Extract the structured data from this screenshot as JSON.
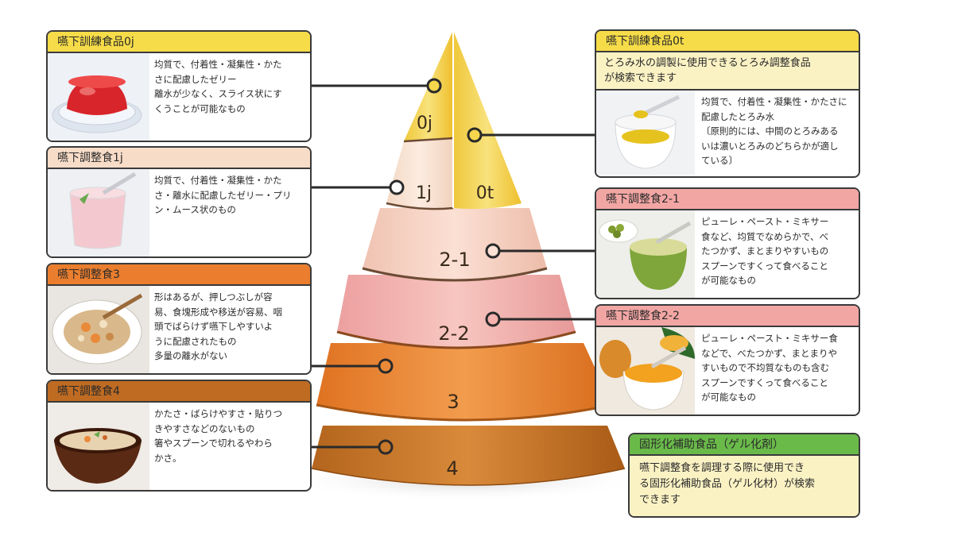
{
  "pyramid": {
    "levels": {
      "oj": "0j",
      "ot": "0t",
      "l1j": "1j",
      "l21": "2-1",
      "l22": "2-2",
      "l3": "3",
      "l4": "4"
    }
  },
  "boxes": {
    "oj": {
      "title": "嚥下訓練食品0j",
      "lines": [
        "均質で、付着性・凝集性・かた",
        "さに配慮したゼリー",
        "離水が少なく、スライス状にす",
        "くうことが可能なもの"
      ]
    },
    "j1": {
      "title": "嚥下調整食1j",
      "lines": [
        "均質で、付着性・凝集性・かた",
        "さ・離水に配慮したゼリー・プリ",
        "ン・ムース状のもの"
      ]
    },
    "l3": {
      "title": "嚥下調整食3",
      "lines": [
        "形はあるが、押しつぶしが容",
        "易、食塊形成や移送が容易、咽",
        "頭でばらけず嚥下しやすいよ",
        "うに配慮されたもの",
        "多量の離水がない"
      ]
    },
    "l4": {
      "title": "嚥下調整食4",
      "lines": [
        "かたさ・ばらけやすさ・貼りつ",
        "きやすさなどのないもの",
        "箸やスプーンで切れるやわら",
        "かさ。"
      ]
    },
    "ot": {
      "title": "嚥下訓練食品0t",
      "subtitle_lines": [
        "とろみ水の調製に使用できるとろみ調整食品",
        "が検索できます"
      ],
      "lines": [
        "均質で、付着性・凝集性・かたさに",
        "配慮したとろみ水",
        "〔原則的には、中間のとろみある",
        "いは濃いとろみのどちらかが適し",
        "ている〕"
      ]
    },
    "l21": {
      "title": "嚥下調整食2-1",
      "lines": [
        "ピューレ・ペースト・ミキサー",
        "食など、均質でなめらかで、べ",
        "たつかず、まとまりやすいもの",
        "スプーンですくって食べること",
        "が可能なもの"
      ]
    },
    "l22": {
      "title": "嚥下調整食2-2",
      "lines": [
        "ピューレ・ペースト・ミキサー食",
        "などで、べたつかず、まとまりや",
        "すいもので不均質なものも含む",
        "スプーンですくって食べること",
        "が可能なもの"
      ]
    },
    "gel": {
      "title": "固形化補助食品（ゲル化剤）",
      "lines": [
        "嚥下調整食を調理する際に使用でき",
        "る固形化補助食品（ゲル化材）が検索",
        "できます"
      ]
    }
  },
  "icons": {
    "oj_photo": "red-jelly-photo-icon",
    "j1_photo": "pink-mousse-photo-icon",
    "l3_photo": "soft-stew-photo-icon",
    "l4_photo": "rice-porridge-photo-icon",
    "ot_photo": "thickened-water-photo-icon",
    "l21_photo": "green-pea-puree-photo-icon",
    "l22_photo": "pumpkin-puree-photo-icon"
  },
  "colors": {
    "level_0": "#f3d23f",
    "level_1j": "#f6ddc9",
    "level_2_1": "#f4c9bb",
    "level_2_2": "#f1a9a5",
    "level_3": "#e98632",
    "level_4": "#c9792b"
  }
}
